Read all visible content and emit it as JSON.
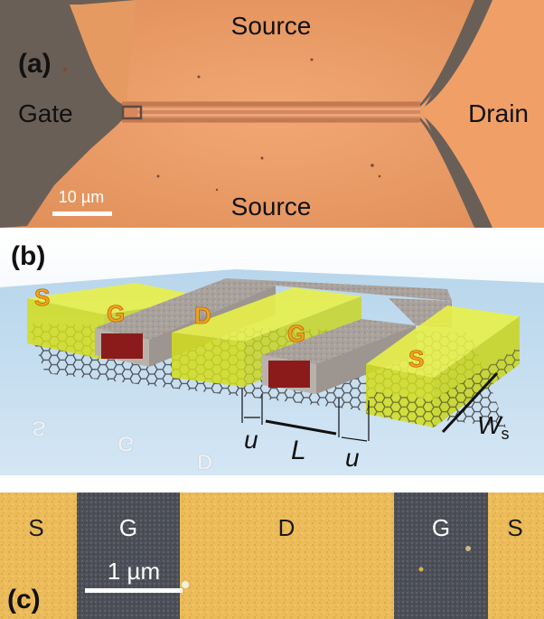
{
  "panel_a": {
    "tag": "(a)",
    "source_top": "Source",
    "source_bottom": "Source",
    "gate": "Gate",
    "drain": "Drain",
    "scalebar": "10 µm"
  },
  "panel_b": {
    "tag": "(b)",
    "electrodes": [
      "S",
      "G",
      "D",
      "G",
      "S"
    ],
    "reflections": [
      "S",
      "G",
      "D"
    ],
    "dim_u_left": "u",
    "dim_L": "L",
    "dim_u_right": "u",
    "dim_W": "W",
    "dim_W_sub": "s"
  },
  "panel_c": {
    "tag": "(c)",
    "labels": [
      "S",
      "G",
      "D",
      "G",
      "S"
    ],
    "scalebar": "1 µm"
  }
}
